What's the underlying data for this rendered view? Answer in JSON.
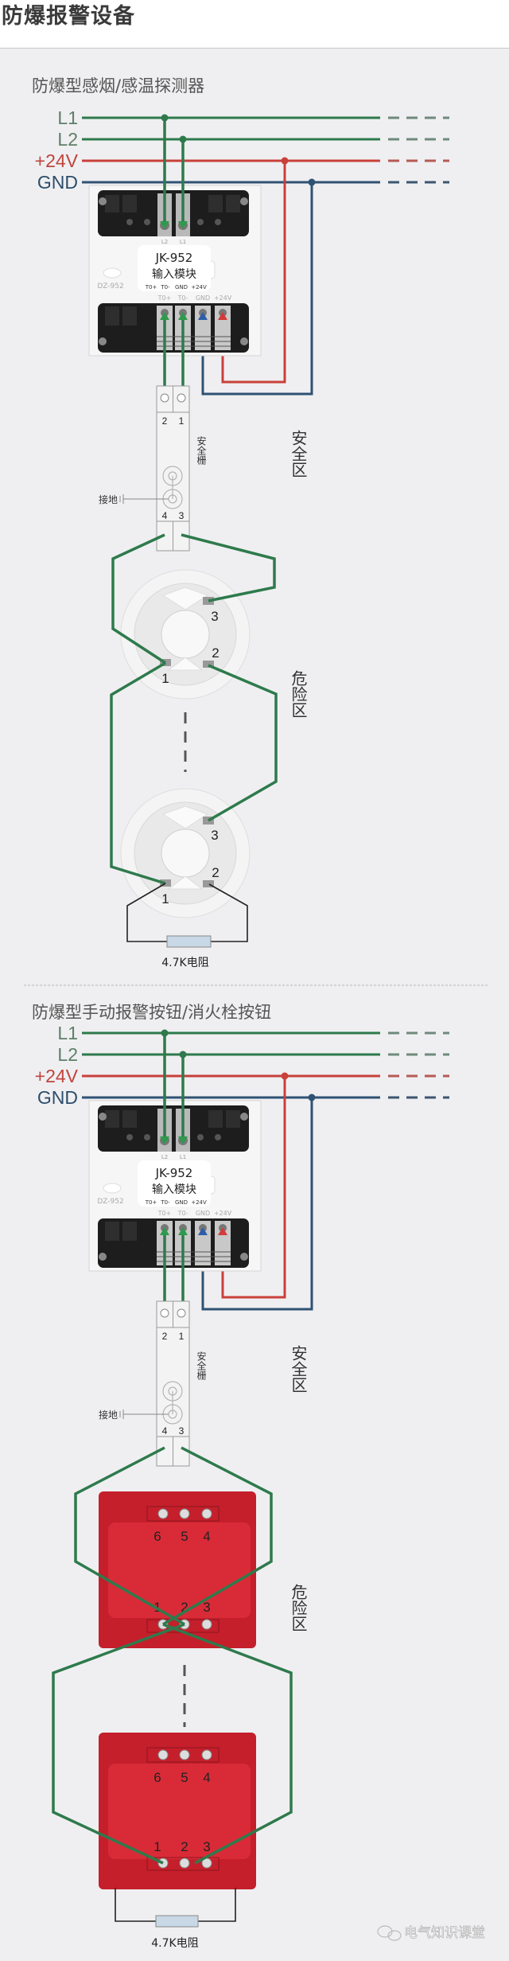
{
  "page_title": "防爆报警设备",
  "bus_labels": {
    "l1": "L1",
    "l2": "L2",
    "v24": "+24V",
    "gnd": "GND"
  },
  "module": {
    "model": "JK-952",
    "name": "输入模块",
    "base_model": "DZ-952",
    "top_terminals": [
      "L2",
      "L1"
    ],
    "plate_terminals": [
      "T0+",
      "T0-",
      "GND",
      "+24V"
    ],
    "base_terminals": [
      "T0+",
      "T0-",
      "GND",
      "+24V"
    ]
  },
  "barrier": {
    "label": "安全栅",
    "ground": "接地",
    "terminals": [
      "2",
      "1",
      "4",
      "3"
    ]
  },
  "zones": {
    "safe": "安全区",
    "hazard": "危险区"
  },
  "sections": [
    {
      "title": "防爆型感烟/感温探测器",
      "device": "detector",
      "device_terminals": [
        "1",
        "2",
        "3"
      ],
      "resistor": "4.7K电阻"
    },
    {
      "title": "防爆型手动报警按钮/消火栓按钮",
      "device": "manual-call-point",
      "device_terminals": [
        "1",
        "2",
        "3",
        "4",
        "5",
        "6"
      ],
      "resistor": "4.7K电阻"
    }
  ],
  "watermark": "电气知识课堂",
  "colors": {
    "loop": "#2e7a4c",
    "power": "#c9403a",
    "ground": "#2f5273",
    "panel": "#efeff1",
    "call_point": "#c41f2b"
  }
}
